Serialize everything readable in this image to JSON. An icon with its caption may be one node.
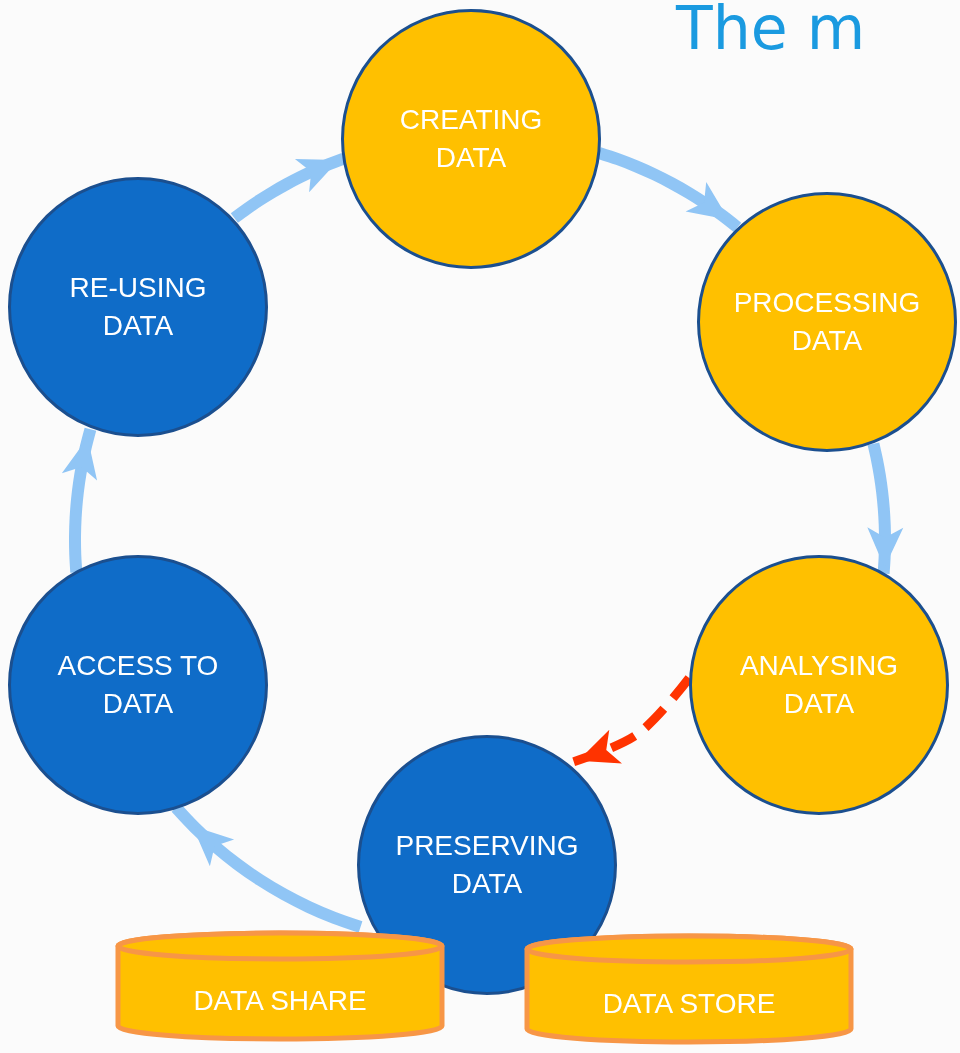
{
  "diagram": {
    "title": "The m",
    "nodes": [
      {
        "text": [
          "CREATING DATA"
        ]
      },
      {
        "text": [
          "PROCESSING DATA"
        ]
      },
      {
        "text": [
          "ANALYSING DATA"
        ]
      },
      {
        "text": [
          "PRESERVING DATA"
        ]
      },
      {
        "text": [
          "ACCESS TO DATA"
        ]
      },
      {
        "text": [
          "RE-USING DATA"
        ]
      },
      {
        "text": [
          "DATA SHARE"
        ]
      },
      {
        "text": [
          "DATA STORE"
        ]
      }
    ],
    "edges": [
      {
        "from": 0,
        "to": 1,
        "arrow": "to"
      },
      {
        "from": 1,
        "to": 2,
        "arrow": "to"
      },
      {
        "from": 2,
        "to": 3,
        "arrow": "to",
        "style": "dashed",
        "color": "#ff3300"
      },
      {
        "from": 3,
        "to": 4,
        "arrow": "to"
      },
      {
        "from": 4,
        "to": 5,
        "arrow": "to"
      },
      {
        "from": 5,
        "to": 0,
        "arrow": "to"
      }
    ]
  }
}
